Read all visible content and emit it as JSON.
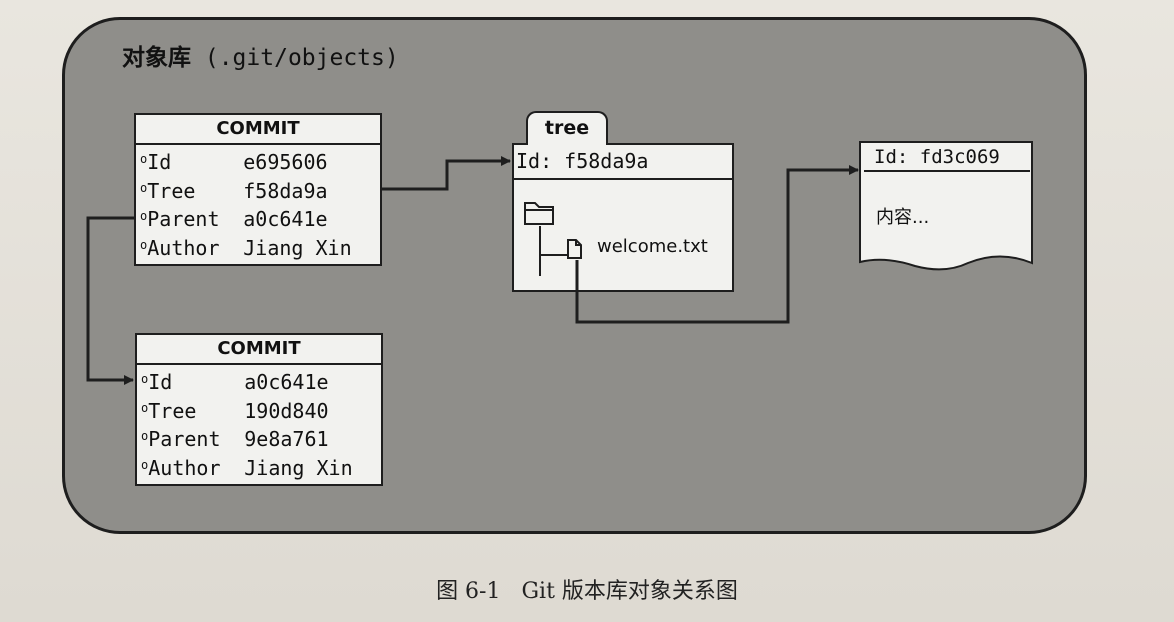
{
  "store": {
    "title_cn": "对象库",
    "title_path": "(.git/objects)"
  },
  "commits": [
    {
      "header": "COMMIT",
      "fields": [
        {
          "key": "Id",
          "value": "e695606"
        },
        {
          "key": "Tree",
          "value": "f58da9a"
        },
        {
          "key": "Parent",
          "value": "a0c641e"
        },
        {
          "key": "Author",
          "value": "Jiang Xin"
        }
      ]
    },
    {
      "header": "COMMIT",
      "fields": [
        {
          "key": "Id",
          "value": "a0c641e"
        },
        {
          "key": "Tree",
          "value": "190d840"
        },
        {
          "key": "Parent",
          "value": "9e8a761"
        },
        {
          "key": "Author",
          "value": "Jiang Xin"
        }
      ]
    }
  ],
  "tree": {
    "tab_label": "tree",
    "id_text": "Id: f58da9a",
    "file_name": "welcome.txt",
    "folder_icon": "folder-icon",
    "file_icon": "file-icon"
  },
  "blob": {
    "id_text": "Id: fd3c069",
    "content": "内容..."
  },
  "caption": "图 6-1   Git 版本库对象关系图"
}
